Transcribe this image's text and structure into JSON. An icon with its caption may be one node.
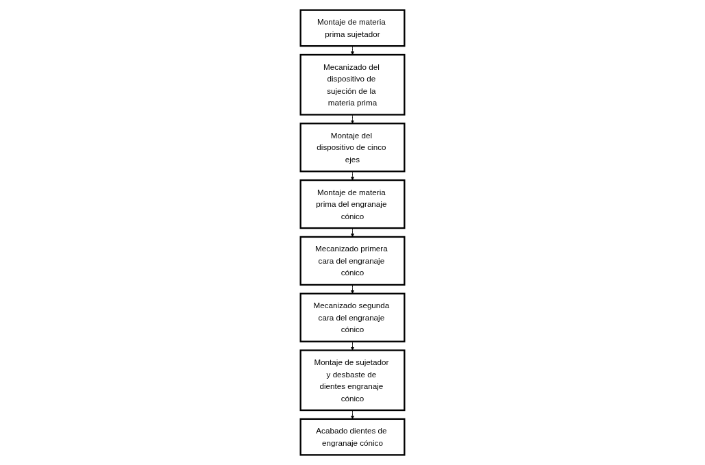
{
  "diagram": {
    "nodes": [
      {
        "text": [
          "Montaje de materia prima sujetador"
        ]
      },
      {
        "text": [
          "Mecanizado del dispositivo de sujeción de la materia prima"
        ]
      },
      {
        "text": [
          "Montaje del dispositivo de cinco ejes"
        ]
      },
      {
        "text": [
          "Montaje de materia prima del engranaje cónico"
        ]
      },
      {
        "text": [
          "Mecanizado primera cara del engranaje cónico"
        ]
      },
      {
        "text": [
          "Mecanizado segunda cara del engranaje cónico"
        ]
      },
      {
        "text": [
          "Montaje de sujetador y desbaste de dientes engranaje cónico"
        ]
      },
      {
        "text": [
          "Acabado dientes de engranaje cónico"
        ]
      }
    ],
    "edges": [
      {
        "from": 0,
        "to": 1,
        "arrow": "to"
      },
      {
        "from": 1,
        "to": 2,
        "arrow": "to"
      },
      {
        "from": 2,
        "to": 3,
        "arrow": "to"
      },
      {
        "from": 3,
        "to": 4,
        "arrow": "to"
      },
      {
        "from": 4,
        "to": 5,
        "arrow": "to"
      },
      {
        "from": 5,
        "to": 6,
        "arrow": "to"
      },
      {
        "from": 6,
        "to": 7,
        "arrow": "to"
      }
    ]
  }
}
